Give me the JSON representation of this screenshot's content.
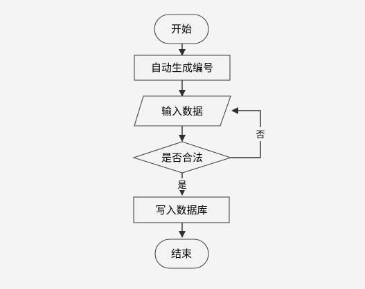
{
  "flowchart": {
    "nodes": {
      "start": "开始",
      "auto_number": "自动生成编号",
      "input_data": "输入数据",
      "is_valid": "是否合法",
      "write_db": "写入数据库",
      "end": "结束"
    },
    "edges": {
      "yes_label": "是",
      "no_label": "否"
    }
  }
}
